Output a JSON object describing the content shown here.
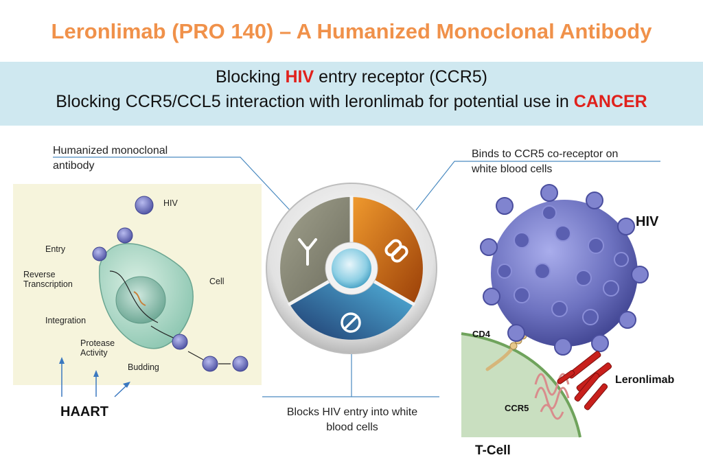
{
  "title": "Leronlimab (PRO 140) – A Humanized Monoclonal Antibody",
  "banner": {
    "line1_pre": "Blocking ",
    "line1_highlight": "HIV",
    "line1_post": " entry receptor (CCR5)",
    "line2_pre": "Blocking CCR5/CCL5 interaction with leronlimab for potential use in ",
    "line2_highlight": "CANCER"
  },
  "callouts": {
    "top_left_line1": "Humanized monoclonal",
    "top_left_line2": "antibody",
    "top_right_line1": "Binds to CCR5 co-receptor on",
    "top_right_line2": "white blood cells",
    "bottom_line1": "Blocks HIV entry into white",
    "bottom_line2": "blood cells"
  },
  "lifecycle": {
    "hiv": "HIV",
    "entry": "Entry",
    "reverse_1": "Reverse",
    "reverse_2": "Transcription",
    "cell": "Cell",
    "integration": "Integration",
    "protease_1": "Protease",
    "protease_2": "Activity",
    "budding": "Budding",
    "haart": "HAART"
  },
  "right_diagram": {
    "hiv": "HIV",
    "cd4": "CD4",
    "leronlimab": "Leronlimab",
    "ccr5": "CCR5",
    "tcell": "T-Cell"
  },
  "icons": [
    "antibody-icon",
    "link-icon",
    "block-icon"
  ],
  "colors": {
    "title": "#f0914a",
    "banner_bg": "#cfe8f0",
    "highlight": "#e0211c",
    "segment_gray": "#8a8a78",
    "segment_orange": "#e8821e",
    "segment_blue": "#3a8fc8",
    "virus": "#7b7fc8",
    "antibody": "#c8201c"
  }
}
